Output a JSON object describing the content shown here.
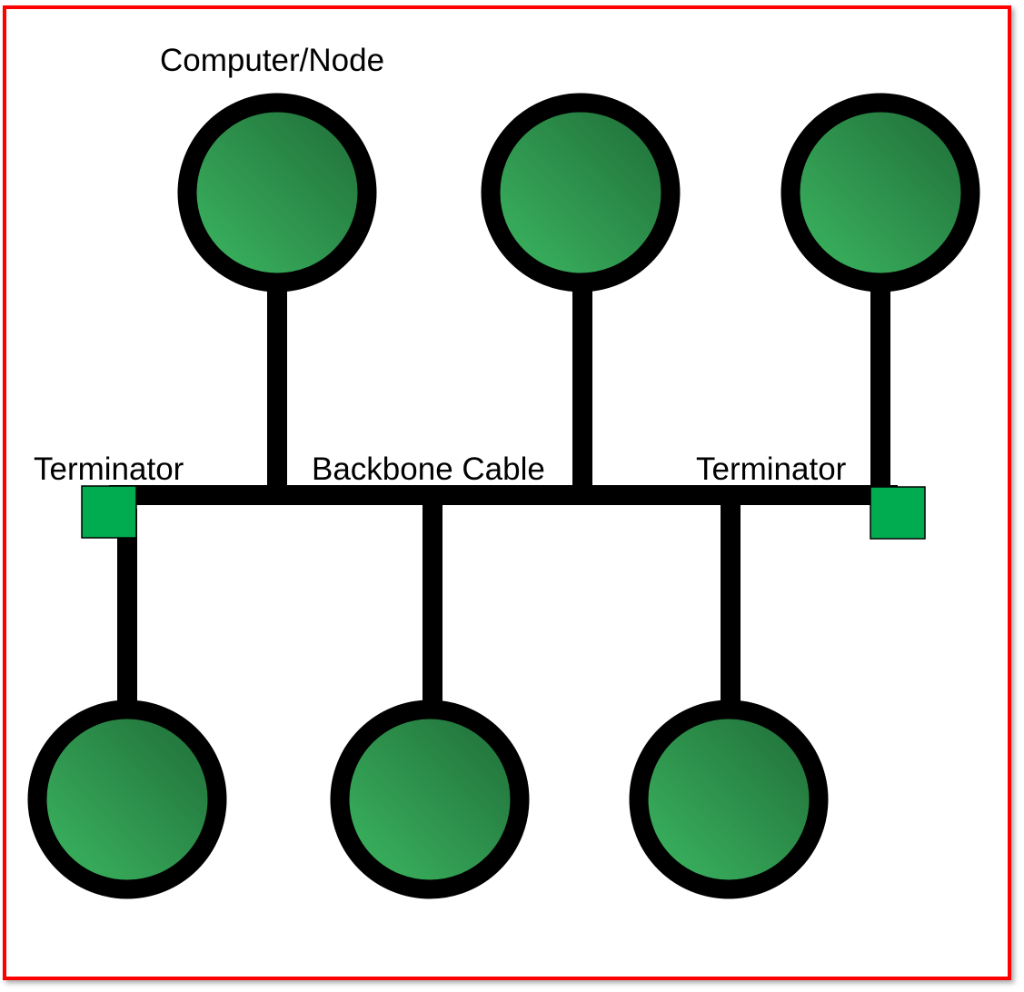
{
  "diagram": {
    "type": "bus network topology",
    "labels": {
      "node": "Computer/Node",
      "left_terminator": "Terminator",
      "backbone": "Backbone Cable",
      "right_terminator": "Terminator"
    },
    "node_count": 6,
    "colors": {
      "frame": "#ff0000",
      "cable": "#000000",
      "node_fill_light": "#3dba63",
      "node_fill_dark": "#1e6a36",
      "terminator": "#00ac4f"
    }
  }
}
